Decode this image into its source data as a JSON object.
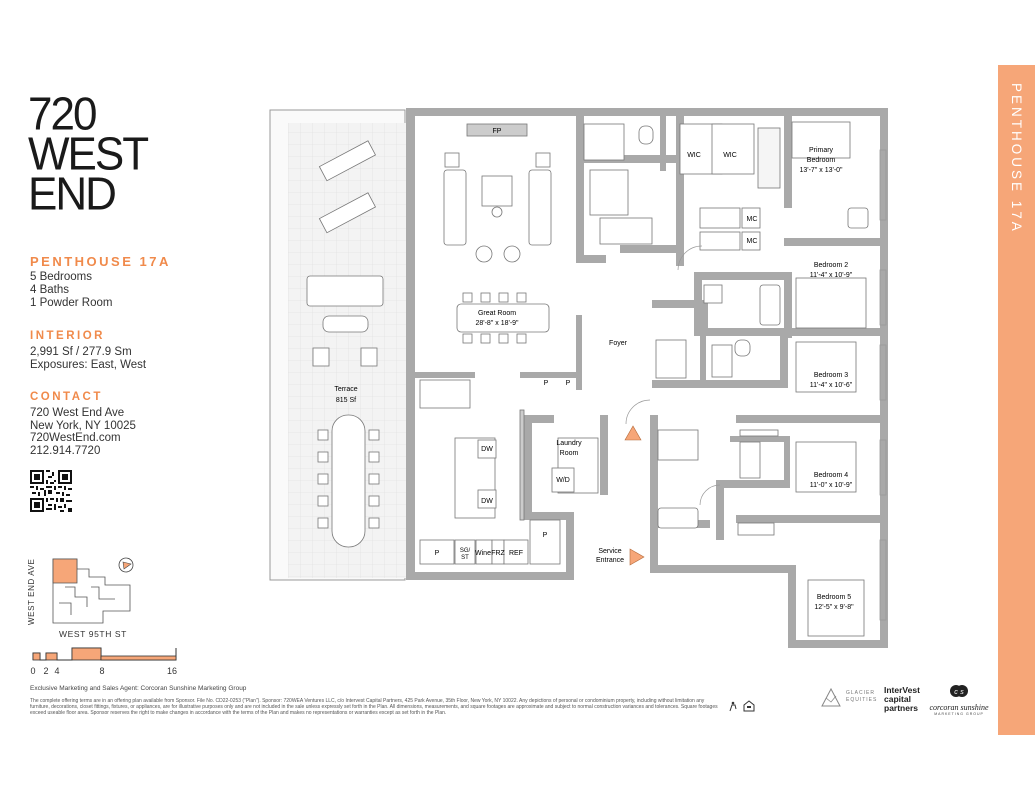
{
  "logo": {
    "line1": "720",
    "line2": "WEST",
    "line3": "END"
  },
  "sidebar": {
    "label": "PENTHOUSE 17A"
  },
  "residence": {
    "title": "PENTHOUSE 17A",
    "bedrooms": "5 Bedrooms",
    "baths": "4 Baths",
    "powder": "1 Powder Room"
  },
  "interior": {
    "title": "INTERIOR",
    "area": "2,991 Sf / 277.9 Sm",
    "exposures": "Exposures: East, West"
  },
  "contact": {
    "title": "CONTACT",
    "address1": "720 West End Ave",
    "address2": "New York, NY 10025",
    "website": "720WestEnd.com",
    "phone": "212.914.7720"
  },
  "keyplan": {
    "street_vertical": "WEST END AVE",
    "street_horizontal": "WEST 95TH ST"
  },
  "scale": {
    "t0": "0",
    "t2": "2",
    "t4": "4",
    "t8": "8",
    "t16": "16"
  },
  "rooms": {
    "terrace": "Terrace",
    "terrace_area": "815 Sf",
    "great_room": "Great Room",
    "great_room_dims": "28'-8\" x 18'-9\"",
    "fp": "FP",
    "foyer": "Foyer",
    "laundry1": "Laundry",
    "laundry2": "Room",
    "wd": "W/D",
    "dw1": "DW",
    "dw2": "DW",
    "p1": "P",
    "p2": "P",
    "p3": "P",
    "p4": "P",
    "sgst1": "SG/",
    "sgst2": "ST",
    "wine": "Wine",
    "frz": "FRZ",
    "ref": "REF",
    "service1": "Service",
    "service2": "Entrance",
    "wic1": "WIC",
    "wic2": "WIC",
    "mc1": "MC",
    "mc2": "MC",
    "primary1": "Primary",
    "primary2": "Bedroom",
    "primary_dims": "13'-7\" x 13'-0\"",
    "bed2": "Bedroom 2",
    "bed2_dims": "11'-4\" x 10'-9\"",
    "bed3": "Bedroom 3",
    "bed3_dims": "11'-4\" x 10'-6\"",
    "bed4": "Bedroom 4",
    "bed4_dims": "11'-0\" x 10'-9\"",
    "bed5": "Bedroom 5",
    "bed5_dims": "12'-5\" x 9'-8\""
  },
  "footer": {
    "agent": "Exclusive Marketing and Sales Agent: Corcoran Sunshine Marketing Group",
    "disclaimer": "The complete offering terms are in an offering plan available from Sponsor. File No. CD22-0253 (\"Plan\"). Sponsor: 720WEA Ventures LLC, c/o Intervest Capital Partners, 425 Park Avenue, 35th Floor, New York, NY 10022. Any depictions of personal or condominium property, including without limitation any furniture, decorations, closet fittings, fixtures, or appliances, are for illustrative purposes only and are not included in the sale unless expressly set forth in the Plan. All dimensions, measurements, and square footages are approximate and subject to normal construction variances and tolerances. Square footages exceed useable floor area. Sponsor reserves the right to make changes in accordance with the terms of the Plan and makes no representations or warranties except as set forth in the Plan."
  },
  "brands": {
    "glacier1": "GLACIER",
    "glacier2": "EQUITIES",
    "intervest1": "InterVest",
    "intervest2": "capital",
    "intervest3": "partners",
    "corcoran": "corcoran sunshine",
    "corcoran_sub": "MARKETING GROUP"
  },
  "colors": {
    "accent": "#f08a4b",
    "sidebar": "#f6a678",
    "wall": "#a9a9a9",
    "terrace": "#f2f2f2"
  }
}
